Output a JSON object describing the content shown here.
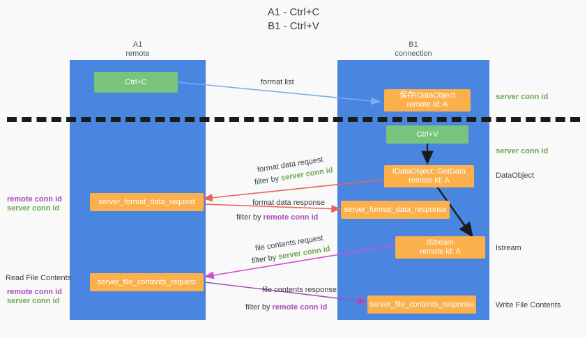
{
  "title": "A1 - Ctrl+C\nB1 - Ctrl+V",
  "colors": {
    "lane": "#4a86e0",
    "green_node": "#78c47d",
    "orange_node": "#fbb04b",
    "green_text": "#6aa84f",
    "purple_text": "#a64dbd",
    "blue_arrow": "#7aadea",
    "red_arrow": "#e8635a",
    "magenta_arrow": "#d14fd1",
    "purple_arrow": "#a64dbd",
    "black_arrow": "#1b1b1b",
    "separator": "#1b1b1b",
    "background": "#f9f9f9"
  },
  "lanes": [
    {
      "name": "A1",
      "sub": "remote",
      "title": "A1\nremote"
    },
    {
      "name": "B1",
      "sub": "connection",
      "title": "B1\nconnection"
    }
  ],
  "nodes": {
    "ctrl_c": {
      "label": "Ctrl+C",
      "color": "green"
    },
    "save_idataobject": {
      "line1": "保存IDataObject",
      "line2": "remote id: A",
      "color": "orange"
    },
    "ctrl_v": {
      "label": "Ctrl+V",
      "color": "green"
    },
    "getdata": {
      "line1": "IDataObject::GetData",
      "line2": "remote id: A",
      "color": "orange"
    },
    "server_format_data_request": {
      "label": "server_format_data_request",
      "color": "orange"
    },
    "server_format_data_response": {
      "label": "server_format_data_response",
      "color": "orange"
    },
    "istream": {
      "line1": "IStream",
      "line2": "remote id: A",
      "color": "orange"
    },
    "server_file_contents_request": {
      "label": "server_file_contents_request",
      "color": "orange"
    },
    "server_file_contents_response": {
      "label": "server_file_contents_response",
      "color": "orange"
    }
  },
  "edge_labels": {
    "format_list": "format list",
    "format_data_request": "format data request",
    "format_data_request_filter_prefix": "filter by ",
    "format_data_request_filter_value": "server conn id",
    "format_data_response": "format data response",
    "format_data_response_filter_prefix": "filter by ",
    "format_data_response_filter_value": "remote conn id",
    "file_contents_request": "file contents request",
    "file_contents_request_filter_prefix": "filter by ",
    "file_contents_request_filter_value": "server conn id",
    "file_contents_response": "file contents response",
    "file_contents_response_filter_prefix": "filter by ",
    "file_contents_response_filter_value": "remote conn id"
  },
  "right_labels": {
    "server_conn_id_top": "server conn id",
    "server_conn_id_mid": "server conn id",
    "dataobject": "DataObject",
    "istream": "Istream",
    "write_file_contents": "Write File Contents"
  },
  "left_labels": {
    "remote_conn_id_1": "remote conn id",
    "server_conn_id_1": "server conn id",
    "read_file_contents": "Read File Contents",
    "remote_conn_id_2": "remote conn id",
    "server_conn_id_2": "server conn id"
  }
}
